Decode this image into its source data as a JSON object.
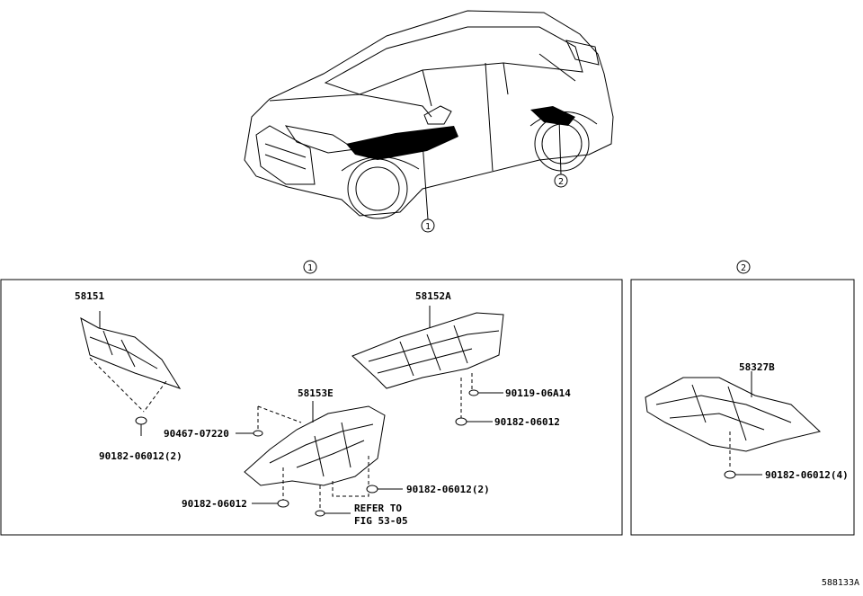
{
  "views": {
    "view1_marker": "1",
    "view2_marker": "2"
  },
  "parts": {
    "p58151": "58151",
    "p58152A": "58152A",
    "p58153E": "58153E",
    "p58327B": "58327B",
    "f_90182_06012_2_left": "90182-06012(2)",
    "f_90467_07220": "90467-07220",
    "f_90182_06012_bottom": "90182-06012",
    "f_90119_06A14": "90119-06A14",
    "f_90182_06012_mid": "90182-06012",
    "f_90182_06012_2_mid": "90182-06012(2)",
    "refer_line1": "REFER TO",
    "refer_line2": "FIG 53-05",
    "f_90182_06012_4": "90182-06012(4)"
  },
  "figure_id": "588133A"
}
